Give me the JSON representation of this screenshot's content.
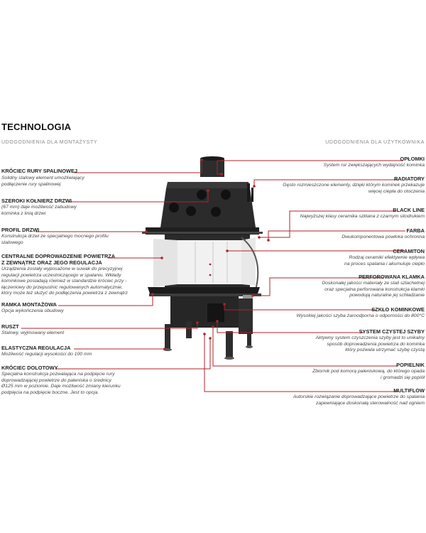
{
  "title": "TECHNOLOGIA",
  "subheads": {
    "left": "UDOGODNIENIA DLA MONTAŻYSTY",
    "right": "UDOGODNIENIA DLA UŻYTKOWNIKA"
  },
  "colors": {
    "accent": "#b0232a",
    "body": "#2a2a2a",
    "glass": "#ededed"
  },
  "left": [
    {
      "label": "KRÓCIEC RURY SPALINOWEJ",
      "desc": [
        "Solidny stalowy element umożliwiający",
        "podłączenie rury spalinowej"
      ]
    },
    {
      "label": "SZEROKI KOŁNIERZ DRZWI",
      "desc": [
        "(67 mm) daje możliwość zabudowy",
        "kominka z linią drzwi"
      ]
    },
    {
      "label": "PROFIL DRZWI",
      "desc": [
        "Konstrukcja drzwi ze specjalnego mocnego profilu",
        "stalowego"
      ]
    },
    {
      "label": "CENTRALNE DOPROWADZENIE POWIETRZA",
      "label2": "Z ZEWNĄTRZ ORAZ JEGO REGULACJA",
      "desc": [
        "Urządzenia zostały wyposażone w suwak do precyzyjnej",
        "regulacji powietrza uczestniczącego w spalaniu. Wkłady",
        "kominkowe posiadają również w standardzie króciec przy -",
        "łączeniowy do przepustnic regulowanych automatycznie,",
        "który może też służyć do podłączenia powietrza z zewnątrz"
      ]
    },
    {
      "label": "RAMKA MONTAŻOWA",
      "desc": [
        "Opcja wykończenia obudowy"
      ]
    },
    {
      "label": "RUSZT",
      "desc": [
        "Stalowy, wyjmowany element"
      ]
    },
    {
      "label": "ELASTYCZNA REGULACJA",
      "desc": [
        "Możliwość regulacji wysokości do 100 mm"
      ]
    },
    {
      "label": "KRÓCIEC DOLOTOWY",
      "desc": [
        "Specjalna konstrukcja pozwalająca na podpięcie rury",
        "doprowadzającej powietrze do paleniska o średnicy",
        "Ø125 mm w poziomie. Daje możliwość zmiany kierunku",
        "podpięcia na podpięcie boczne. Jest to opcja."
      ]
    }
  ],
  "right": [
    {
      "label": "OPŁOMKI",
      "desc": [
        "System rur zwiększających wydajność kominka"
      ]
    },
    {
      "label": "RADIATORY",
      "desc": [
        "Gęsto rozmieszczone elementy, dzięki którym kominek przekazuje",
        "więcej ciepła do otoczenia"
      ]
    },
    {
      "label": "BLACK LINE",
      "desc": [
        "Najwyższej klasy ceramika szklana z czarnym sitodrukiem"
      ]
    },
    {
      "label": "FARBA",
      "desc": [
        "Dwukomponentowa powłoka ochronna"
      ]
    },
    {
      "label": "CERAMITON",
      "desc": [
        "Rodzaj ceramiki efektywnie wpływa",
        "na proces spalania i akumuluje ciepło"
      ]
    },
    {
      "label": "PERFOROWANA KLAMKA",
      "desc": [
        "Doskonałej jakości materiały ze stali szlachetnej",
        "oraz specjalna perforowana konstrukcja klamki",
        "powodują naturalne jej schładzanie"
      ]
    },
    {
      "label": "SZKŁO KOMINKOWE",
      "desc": [
        "Wysokiej jakości szyba żaroodporna o odporności do 800°C"
      ]
    },
    {
      "label": "SYSTEM CZYSTEJ SZYBY",
      "desc": [
        "Aktywny system czyszczenia szyby jest to unikalny",
        "sposób doprowadzenia powietrza do kominka",
        "który pozwala utrzymać szybę czystą"
      ]
    },
    {
      "label": "POPIELNIK",
      "desc": [
        "Zbiornik pod komorą paleniskową, do którego opada",
        "i gromadzi się popiół"
      ]
    },
    {
      "label": "MULTIFLOW",
      "desc": [
        "Autorskie rozwiązanie doprowadzające powietrze do spalania",
        "zapewniające doskonałą sterowalność nad ogniem"
      ]
    }
  ]
}
